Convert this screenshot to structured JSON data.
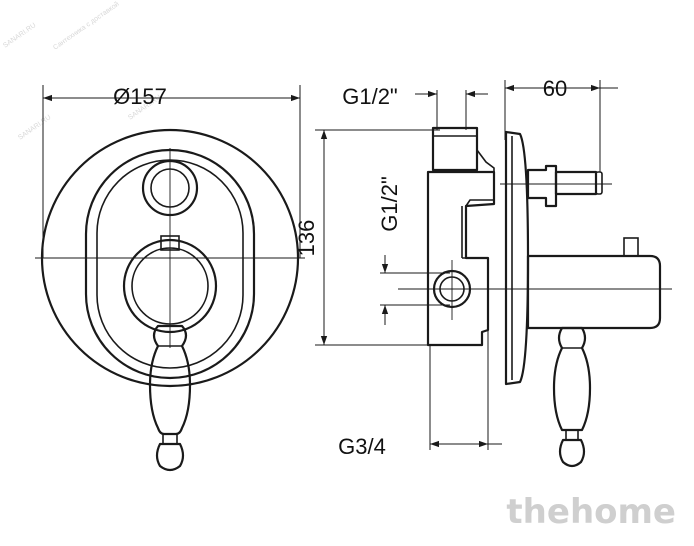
{
  "dimensions": {
    "diameter": "Ø157",
    "height": "136",
    "top_connection": "G1/2\"",
    "side_connection": "G1/2\"",
    "depth": "60",
    "bottom_connection": "G3/4"
  },
  "watermark": {
    "brand": "thehome",
    "stamp_a": "SANARI.RU",
    "stamp_b": "Сантехника с доставкой"
  },
  "colors": {
    "line": "#1a1a1a",
    "watermark": "#cfcfcf"
  }
}
